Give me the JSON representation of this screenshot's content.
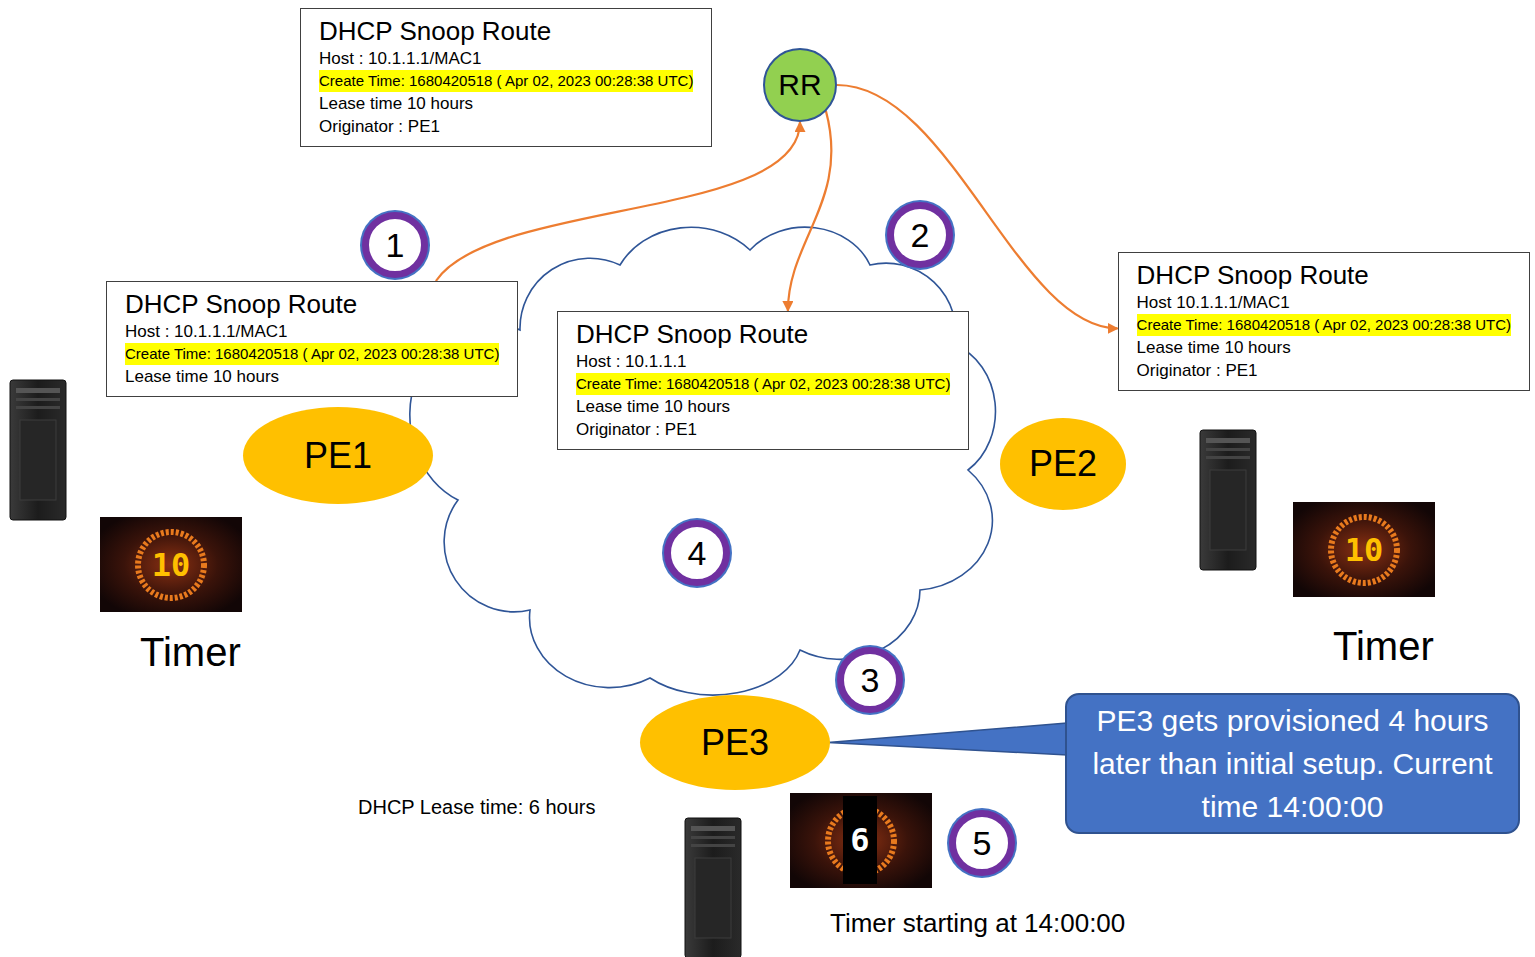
{
  "diagram": {
    "nodes": [
      {
        "text": [
          "DHCP Snoop Route",
          "Host : 10.1.1.1/MAC1",
          "Create Time: 1680420518 ( Apr 02, 2023 00:28:38 UTC)",
          "Lease time 10 hours",
          "Originator : PE1"
        ]
      },
      {
        "text": [
          "RR"
        ]
      },
      {
        "text": [
          "DHCP Snoop Route",
          "Host : 10.1.1.1/MAC1",
          "Create Time: 1680420518 ( Apr 02, 2023 00:28:38 UTC)",
          "Lease time 10 hours"
        ]
      },
      {
        "text": [
          "DHCP Snoop Route",
          "Host 10.1.1.1/MAC1",
          "Create Time: 1680420518 ( Apr 02, 2023 00:28:38 UTC)",
          "Lease time 10 hours",
          "Originator : PE1"
        ]
      },
      {
        "text": [
          "DHCP Snoop Route",
          "Host : 10.1.1.1",
          "Create Time: 1680420518 ( Apr 02, 2023 00:28:38 UTC)",
          "Lease time 10 hours",
          "Originator : PE1"
        ]
      },
      {
        "text": [
          "PE1"
        ]
      },
      {
        "text": [
          "PE2"
        ]
      },
      {
        "text": [
          "PE3"
        ]
      },
      {
        "text": [
          "PE3 gets provisioned 4 hours later than initial setup. Current time 14:00:00"
        ]
      }
    ],
    "edges": [
      {
        "from": 2,
        "to": 1,
        "arrow": "to"
      },
      {
        "from": 1,
        "to": 3,
        "arrow": "to"
      },
      {
        "from": 1,
        "to": 4,
        "arrow": "to"
      },
      {
        "from": 8,
        "to": 7,
        "arrow": "none"
      }
    ],
    "labels": [
      "1",
      "2",
      "3",
      "4",
      "5",
      "Timer",
      "Timer",
      "DHCP Lease time: 6 hours",
      "Timer starting at 14:00:00",
      "10",
      "10",
      "6"
    ]
  }
}
